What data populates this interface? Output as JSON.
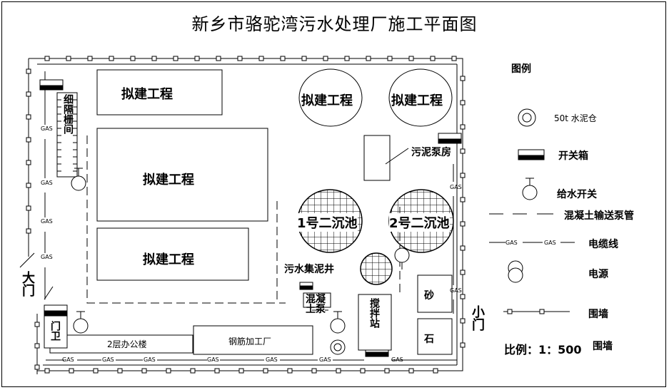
{
  "title": "新乡市骆驼湾污水处理厂施工平面图",
  "labels": {
    "planned_a": "拟建工程",
    "planned_b": "拟建工程",
    "planned_c": "拟建工程",
    "planned_d": "拟建工程",
    "planned_e": "拟建工程",
    "screen": "细隔栅间",
    "sludge_pump": "污泥泵房",
    "clarifier_1": "1号二沉池",
    "clarifier_2": "2号二沉池",
    "sludge_well": "污水集泥井",
    "concrete_pump": "混凝土泵",
    "mixing_station": "搅拌站",
    "sand": "砂",
    "stone": "石",
    "office": "2层办公楼",
    "rebar_shop": "钢筋加工厂",
    "guard": "门卫",
    "main_gate": "大门",
    "side_gate": "小门",
    "gas": "GAS"
  },
  "legend": {
    "heading": "图例",
    "items": [
      {
        "key": "cement",
        "label": "50t 水泥仓"
      },
      {
        "key": "switchbox",
        "label": "开关箱"
      },
      {
        "key": "water_switch",
        "label": "给水开关"
      },
      {
        "key": "pump_pipe",
        "label": "混凝土输送泵管"
      },
      {
        "key": "cable",
        "label": "电缆线"
      },
      {
        "key": "power",
        "label": "电源"
      },
      {
        "key": "fence",
        "label": "围墙"
      }
    ],
    "scale": "比例：1：500",
    "scale_suffix": "围墙"
  }
}
